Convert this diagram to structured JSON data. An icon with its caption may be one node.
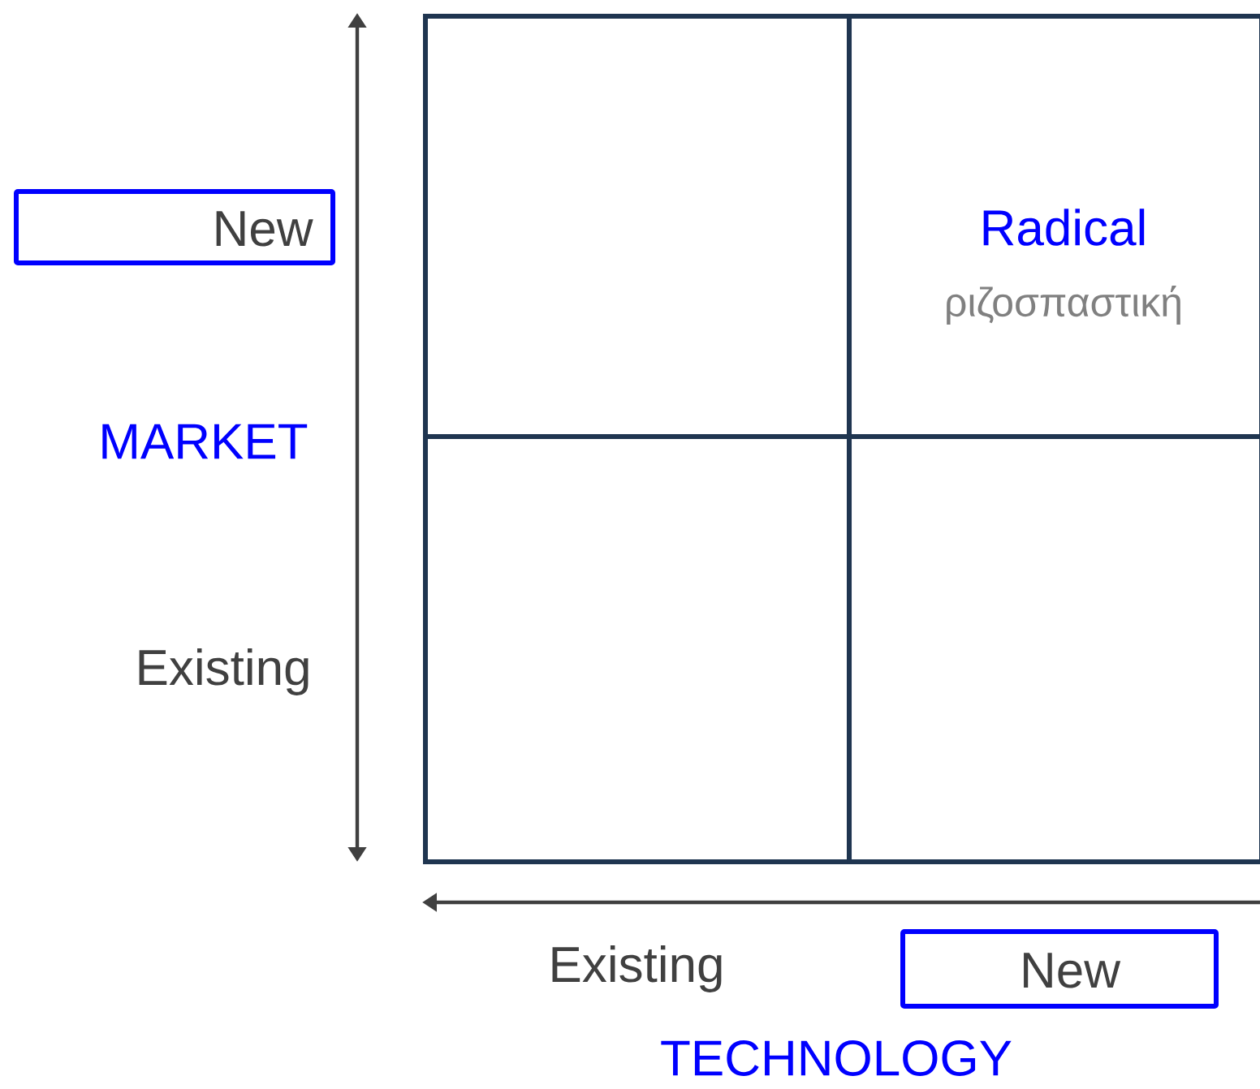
{
  "diagram": {
    "nodes": [
      {
        "text": [],
        "shape": "box"
      },
      {
        "text": [
          "Radical",
          "ριζοσπαστική"
        ]
      },
      {
        "text": [],
        "shape": "box"
      },
      {
        "text": [],
        "shape": "box"
      },
      {
        "text": [
          "New"
        ]
      },
      {
        "text": [
          "New"
        ]
      }
    ],
    "edges": [],
    "labels": [
      "MARKET",
      "Existing",
      "Existing",
      "TECHNOLOGY"
    ]
  }
}
